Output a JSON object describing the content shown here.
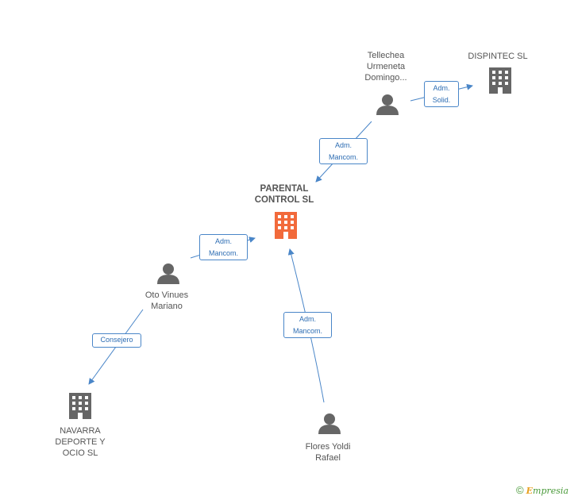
{
  "nodes": {
    "parental": {
      "label": "PARENTAL\nCONTROL SL",
      "icon": "building-icon",
      "color": "#f26a3b"
    },
    "dispintec": {
      "label": "DISPINTEC SL",
      "icon": "building-icon",
      "color": "#666666"
    },
    "tellechea": {
      "label": "Tellechea\nUrmeneta\nDomingo...",
      "icon": "person-icon",
      "color": "#666666"
    },
    "oto": {
      "label": "Oto Vinues\nMariano",
      "icon": "person-icon",
      "color": "#666666"
    },
    "navarra": {
      "label": "NAVARRA\nDEPORTE Y\nOCIO  SL",
      "icon": "building-icon",
      "color": "#666666"
    },
    "flores": {
      "label": "Flores Yoldi\nRafael",
      "icon": "person-icon",
      "color": "#666666"
    }
  },
  "edges": {
    "tellechea_dispintec": "Adm.\nSolid.",
    "tellechea_parental": "Adm.\nMancom.",
    "oto_parental": "Adm.\nMancom.",
    "oto_navarra": "Consejero",
    "flores_parental": "Adm.\nMancom."
  },
  "footer": {
    "copyright": "©",
    "brand_e": "E",
    "brand_rest": "mpresia"
  },
  "colors": {
    "edge": "#4a86c8",
    "main_node": "#f26a3b",
    "node": "#666666"
  }
}
